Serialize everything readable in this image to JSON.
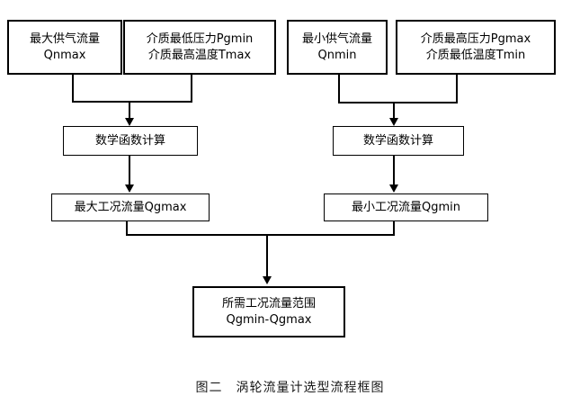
{
  "figure": {
    "caption": "图二　涡轮流量计选型流程框图",
    "title": "涡轮流量计选型流程框图",
    "figure_number": "图二"
  },
  "nodes": {
    "max_supply_flow": {
      "line1": "最大供气流量",
      "line2": "Qnmax"
    },
    "medium_min_pressure_max_temp": {
      "line1": "介质最低压力Pgmin",
      "line2": "介质最高温度Tmax"
    },
    "min_supply_flow": {
      "line1": "最小供气流量",
      "line2": "Qnmin"
    },
    "medium_max_pressure_min_temp": {
      "line1": "介质最高压力Pgmax",
      "line2": "介质最低温度Tmin"
    },
    "math_function_left": {
      "line1": "数学函数计算"
    },
    "math_function_right": {
      "line1": "数学函数计算"
    },
    "qgmax": {
      "line1": "最大工况流量Qgmax"
    },
    "qgmin": {
      "line1": "最小工况流量Qgmin"
    },
    "required_range": {
      "line1": "所需工况流量范围",
      "line2": "Qgmin-Qgmax"
    }
  },
  "colors": {
    "border": "#000000",
    "background": "#ffffff",
    "text": "#000000",
    "caption_text": "#1a1a1a"
  }
}
